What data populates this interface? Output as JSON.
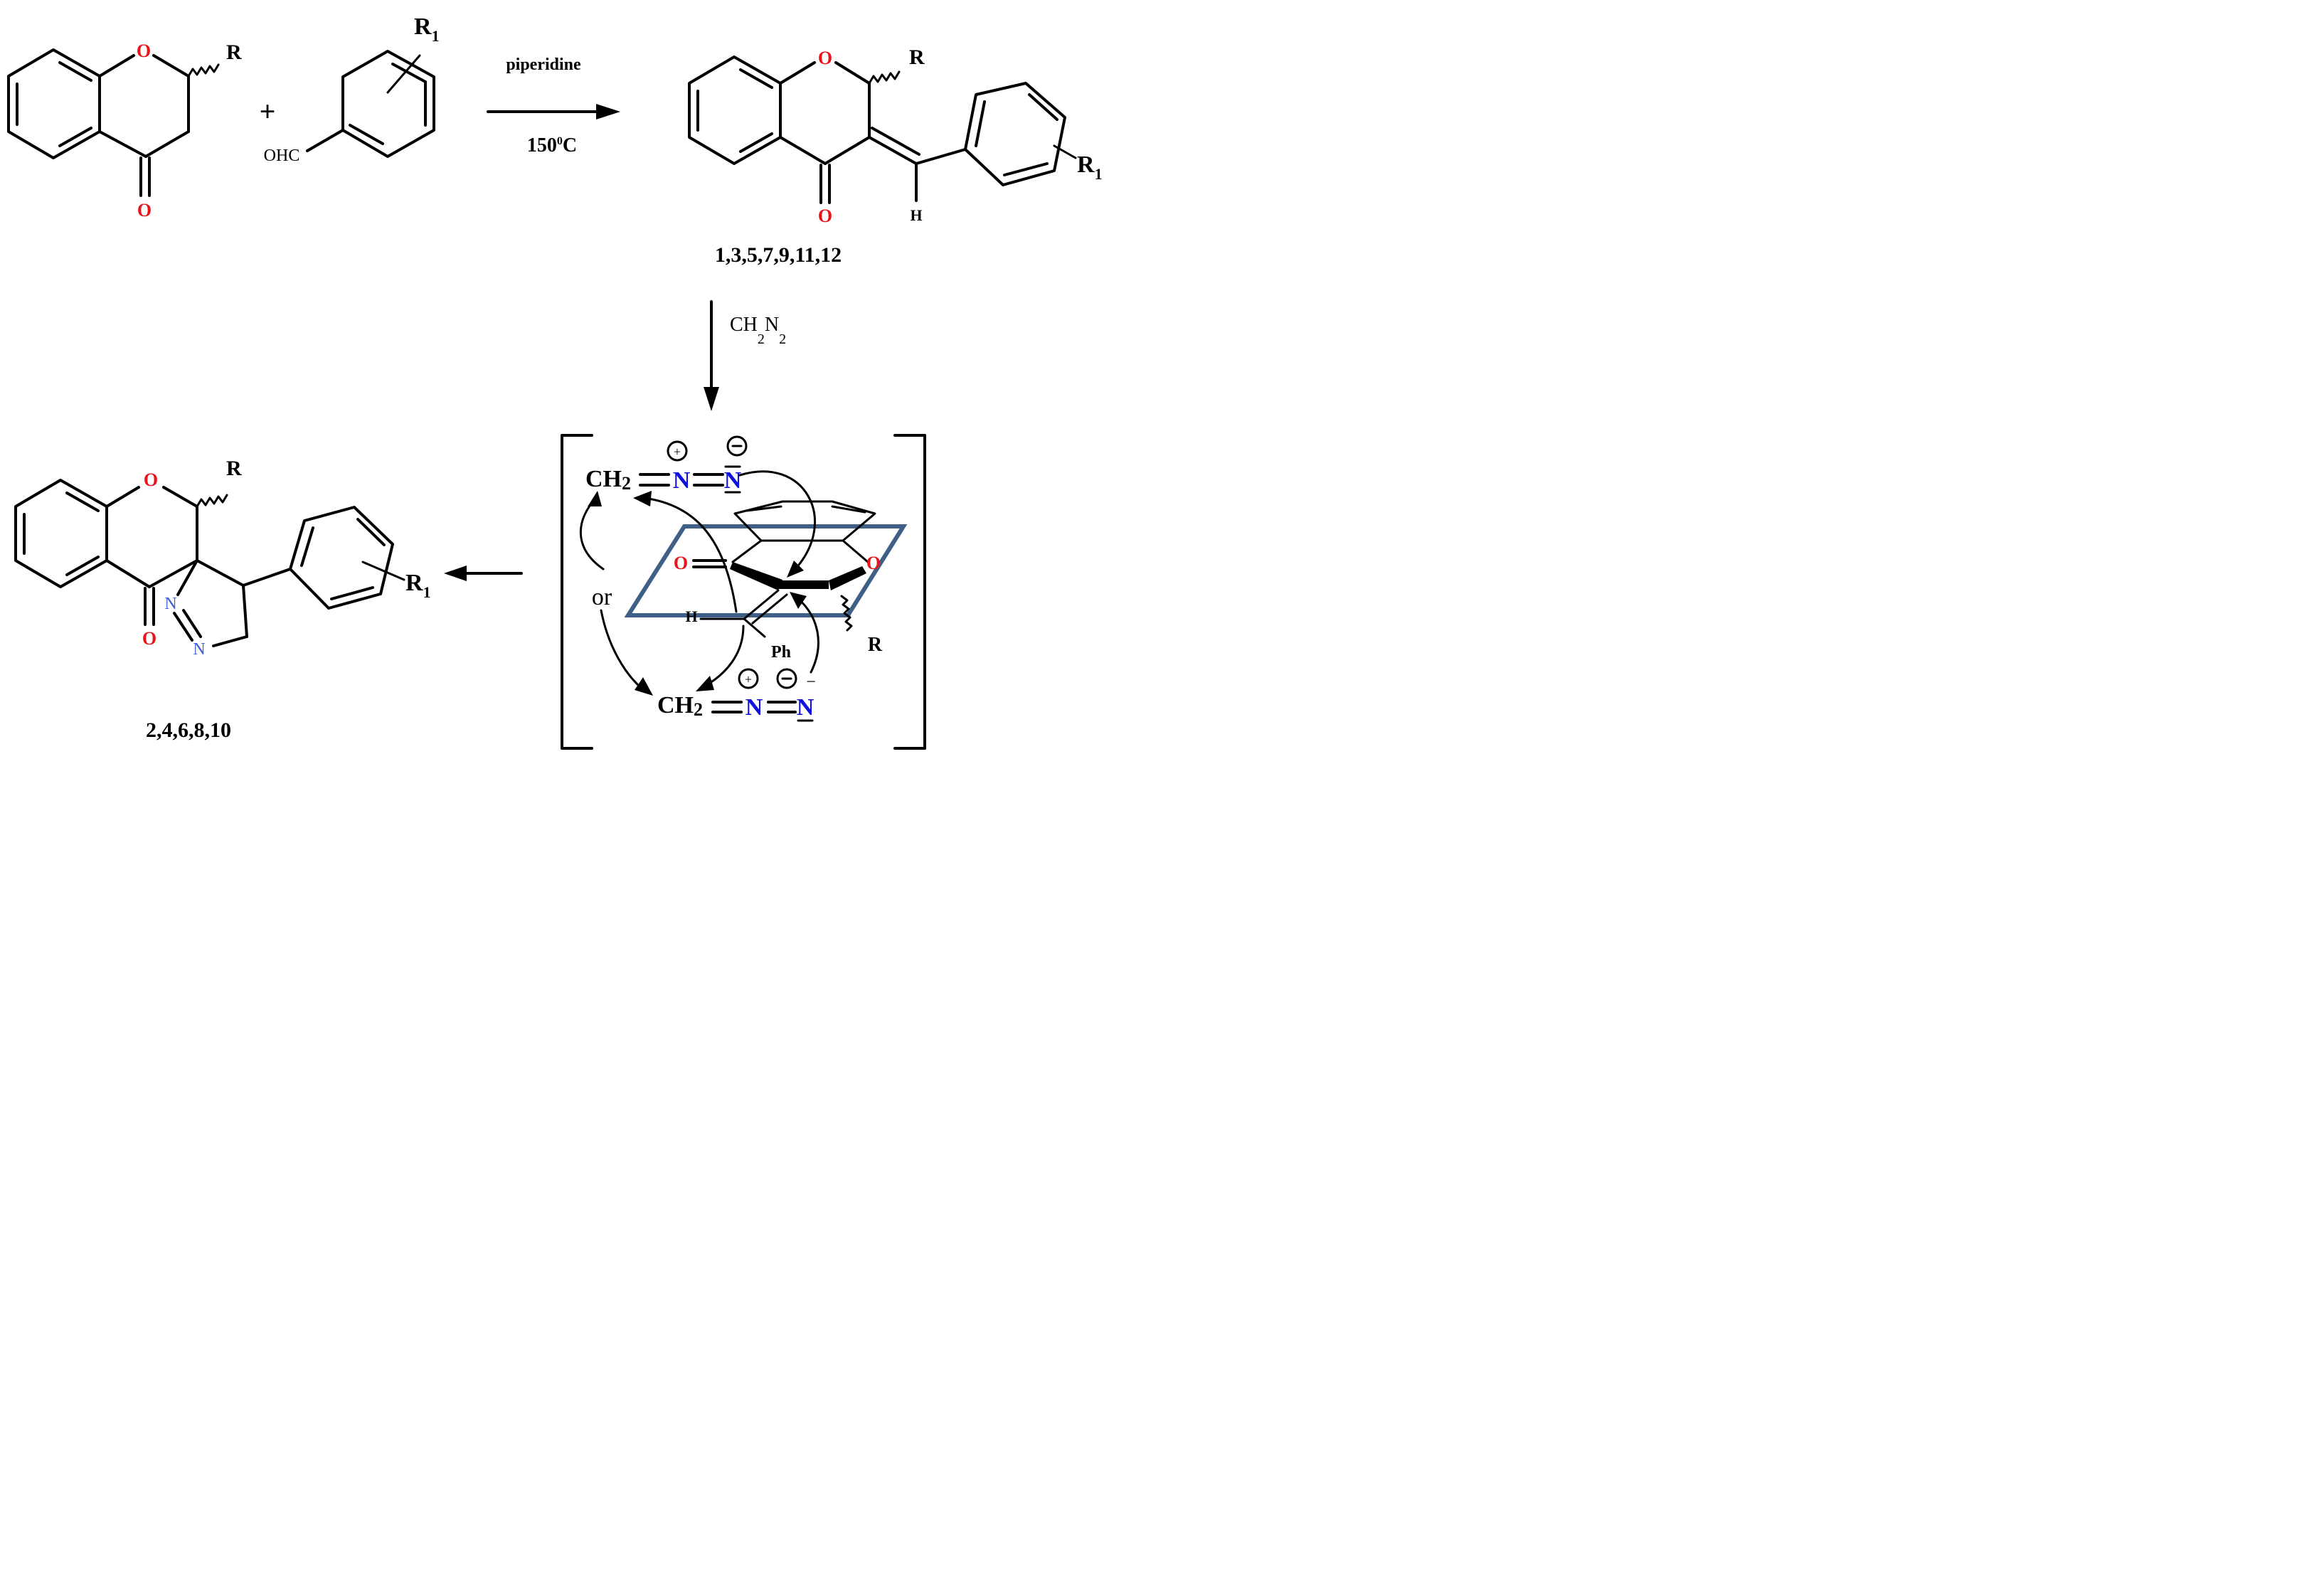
{
  "reaction": {
    "reagent": "piperidine",
    "temp_prefix": "150",
    "temp_sup": "0",
    "temp_suffix": "C",
    "plus": "+",
    "diazo_reagent": "CH",
    "diazo_sub1": "2",
    "diazo_n": "N",
    "diazo_sub2": "2"
  },
  "compounds": {
    "product_ids": "1,3,5,7,9,11,12",
    "spiro_ids": "2,4,6,8,10"
  },
  "atoms": {
    "O": "O",
    "N": "N",
    "H": "H",
    "R": "R",
    "R1": "R",
    "R1_sub": "1",
    "OHC": "OHC",
    "Ph": "Ph",
    "CH2": "CH",
    "CH2_sub": "2",
    "or": "or",
    "plus": "+",
    "minus": "−"
  },
  "colors": {
    "oxygen": "#e8141a",
    "nitrogen_bold": "#1010e0",
    "nitrogen_ring": "#3c5bd8",
    "plane": "#3f5f86"
  }
}
